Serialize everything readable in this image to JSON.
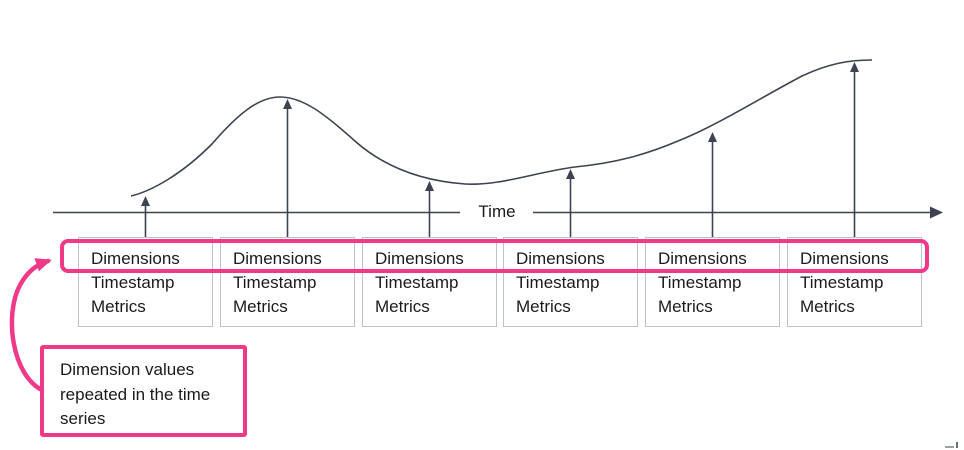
{
  "axis": {
    "label": "Time"
  },
  "record_box": {
    "dimensions": "Dimensions",
    "timestamp": "Timestamp",
    "metrics": "Metrics"
  },
  "records_count": 6,
  "annotation": {
    "text": "Dimension values repeated in the time series"
  },
  "colors": {
    "accent": "#ee3a87",
    "line": "#3d4350",
    "box_border": "#bdc2c8",
    "text": "#1a1a1a"
  }
}
